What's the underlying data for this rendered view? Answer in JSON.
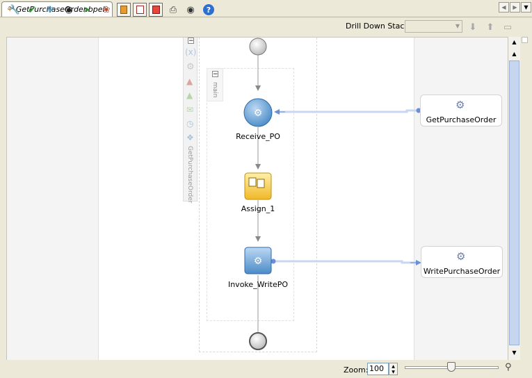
{
  "tab": {
    "title": "GetPurchaseOrder.bpel"
  },
  "toolbar": {
    "icons": [
      "wrench-icon",
      "checkmark-icon",
      "network-icon",
      "binoculars-icon",
      "export-icon",
      "palette-icon",
      "layout-icon",
      "source-icon",
      "image-icon",
      "print-icon",
      "camera-icon",
      "help-icon"
    ],
    "drill_down_label": "Drill Down Stack:",
    "drill_down_value": ""
  },
  "process": {
    "scope_label": "GetPurchaseOrder",
    "sequence_label": "main",
    "activities": [
      {
        "label": "Receive_PO"
      },
      {
        "label": "Assign_1"
      },
      {
        "label": "Invoke_WritePO"
      }
    ]
  },
  "partner_links": [
    {
      "label": "GetPurchaseOrder"
    },
    {
      "label": "WritePurchaseOrder"
    }
  ],
  "zoom": {
    "label": "Zoom:",
    "value": "100",
    "percent": 100
  },
  "colors": {
    "activity_blue": "#5b9bd5",
    "assign_yellow": "#f5c842",
    "link_blue": "#7fa4e0"
  }
}
